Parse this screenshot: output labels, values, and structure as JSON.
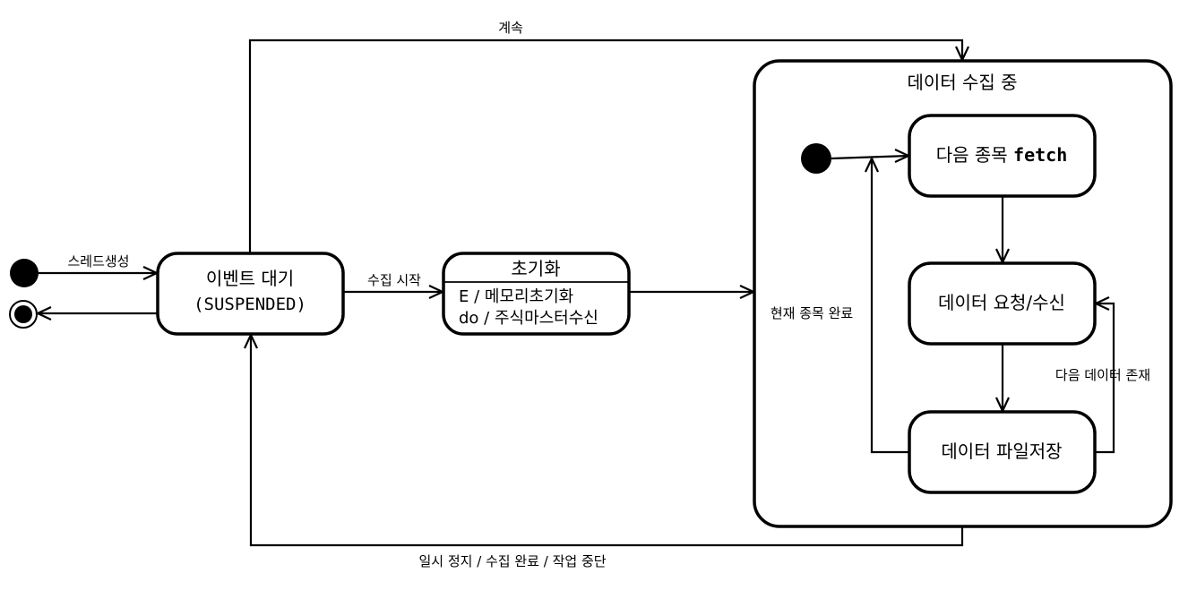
{
  "states": {
    "event_wait": {
      "line1": "이벤트 대기",
      "line2": "(SUSPENDED)"
    },
    "init": {
      "title": "초기화",
      "entry": "E / 메모리초기화",
      "do": "do / 주식마스터수신"
    },
    "collecting": {
      "title": "데이터 수집 중",
      "fetch": {
        "prefix": "다음 종목 ",
        "code": "fetch"
      },
      "request": "데이터 요청/수신",
      "save": "데이터 파일저장"
    }
  },
  "transitions": {
    "thread_create": "스레드생성",
    "start_collect": "수집 시작",
    "continue": "계속",
    "pause": "일시 정지 / 수집 완료 / 작업 중단",
    "current_done": "현재 종목 완료",
    "next_data": "다음 데이터 존재"
  }
}
